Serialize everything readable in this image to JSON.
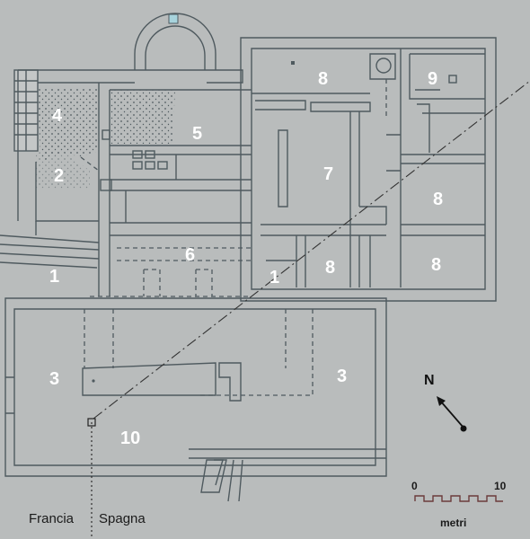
{
  "rooms": [
    {
      "label": "1"
    },
    {
      "label": "1"
    },
    {
      "label": "2"
    },
    {
      "label": "3"
    },
    {
      "label": "3"
    },
    {
      "label": "4"
    },
    {
      "label": "5"
    },
    {
      "label": "6"
    },
    {
      "label": "7"
    },
    {
      "label": "8"
    },
    {
      "label": "8"
    },
    {
      "label": "8"
    },
    {
      "label": "8"
    },
    {
      "label": "9"
    },
    {
      "label": "10"
    }
  ],
  "north_label": "N",
  "scale": {
    "start": "0",
    "end": "10",
    "unit": "metri"
  },
  "countries": {
    "left": "Francia",
    "right": "Spagna"
  },
  "colors": {
    "background": "#b9bcbc",
    "walls": "#4f5a5f",
    "labels": "#ffffff"
  }
}
